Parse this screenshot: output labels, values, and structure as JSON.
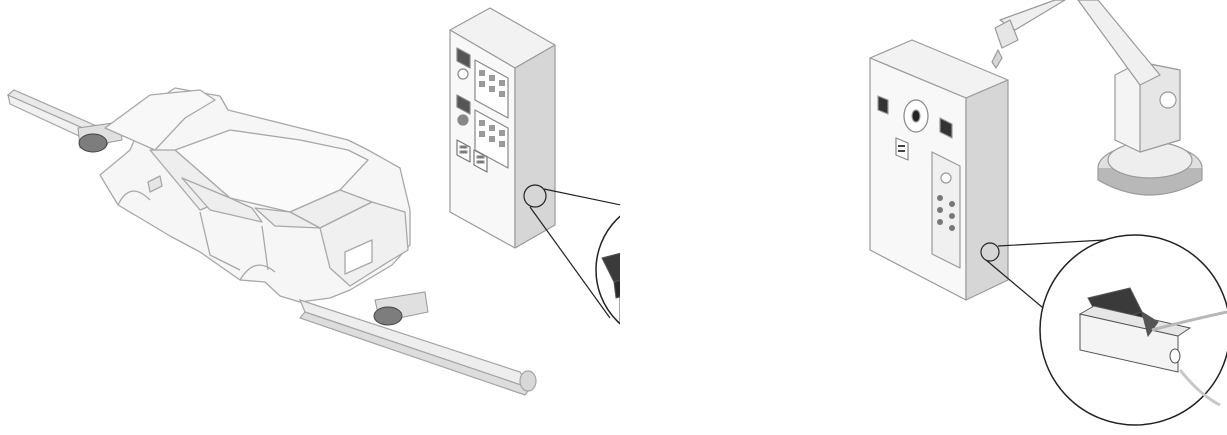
{
  "illustration": {
    "style": "isometric line drawing",
    "colors": {
      "line": "#9a9a9a",
      "dark_line": "#222222",
      "fill_light": "#f4f4f4",
      "fill_mid": "#e6e6e6",
      "fill_shade": "#d2d2d2",
      "sensor_body": "#3a3a3a",
      "background": "#ffffff"
    },
    "left_panel": {
      "items": [
        "car-body",
        "conveyor-rail",
        "control-cabinet",
        "magnifier-circle",
        "flow-sensor-pair"
      ]
    },
    "right_panel": {
      "items": [
        "control-cabinet",
        "robot-arm",
        "magnifier-circle",
        "flow-sensor"
      ]
    }
  }
}
